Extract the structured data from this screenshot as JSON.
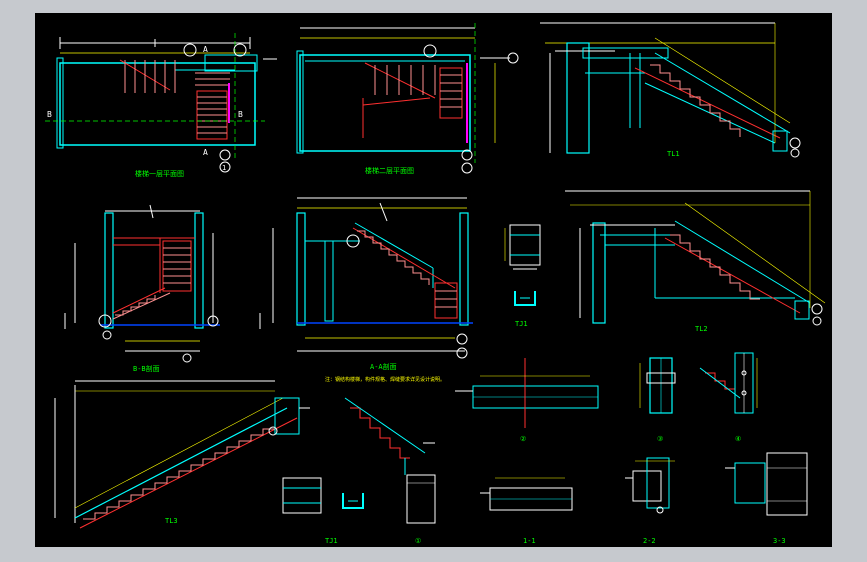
{
  "drawing": {
    "background": "#000000",
    "outer_background": "#c6c9ce",
    "palette": {
      "cyan": "#00ffff",
      "yellow": "#ffff00",
      "green": "#00ff00",
      "red": "#ff3030",
      "magenta": "#ff00ff",
      "white": "#ffffff",
      "pink": "#ff9090"
    },
    "section_markers": {
      "a_left": "A",
      "a_right": "A",
      "b_left": "B",
      "b_right": "B",
      "circle_1": "1"
    },
    "titles": {
      "plan_1": "楼梯一层平面图",
      "plan_2": "楼梯二层平面图",
      "elev_1": "TL1",
      "section_b": "B-B剖面",
      "section_a": "A-A剖面",
      "elev_2": "TL2",
      "elev_3": "TL3",
      "detail_tj1": "TJ1",
      "detail_1": "①",
      "detail_11": "1-1",
      "detail_2": "②",
      "detail_3": "③",
      "detail_4": "④",
      "detail_22": "2-2",
      "detail_33": "3-3"
    },
    "note": "注：钢结构楼梯，构件规格、焊缝要求详见设计说明。"
  }
}
